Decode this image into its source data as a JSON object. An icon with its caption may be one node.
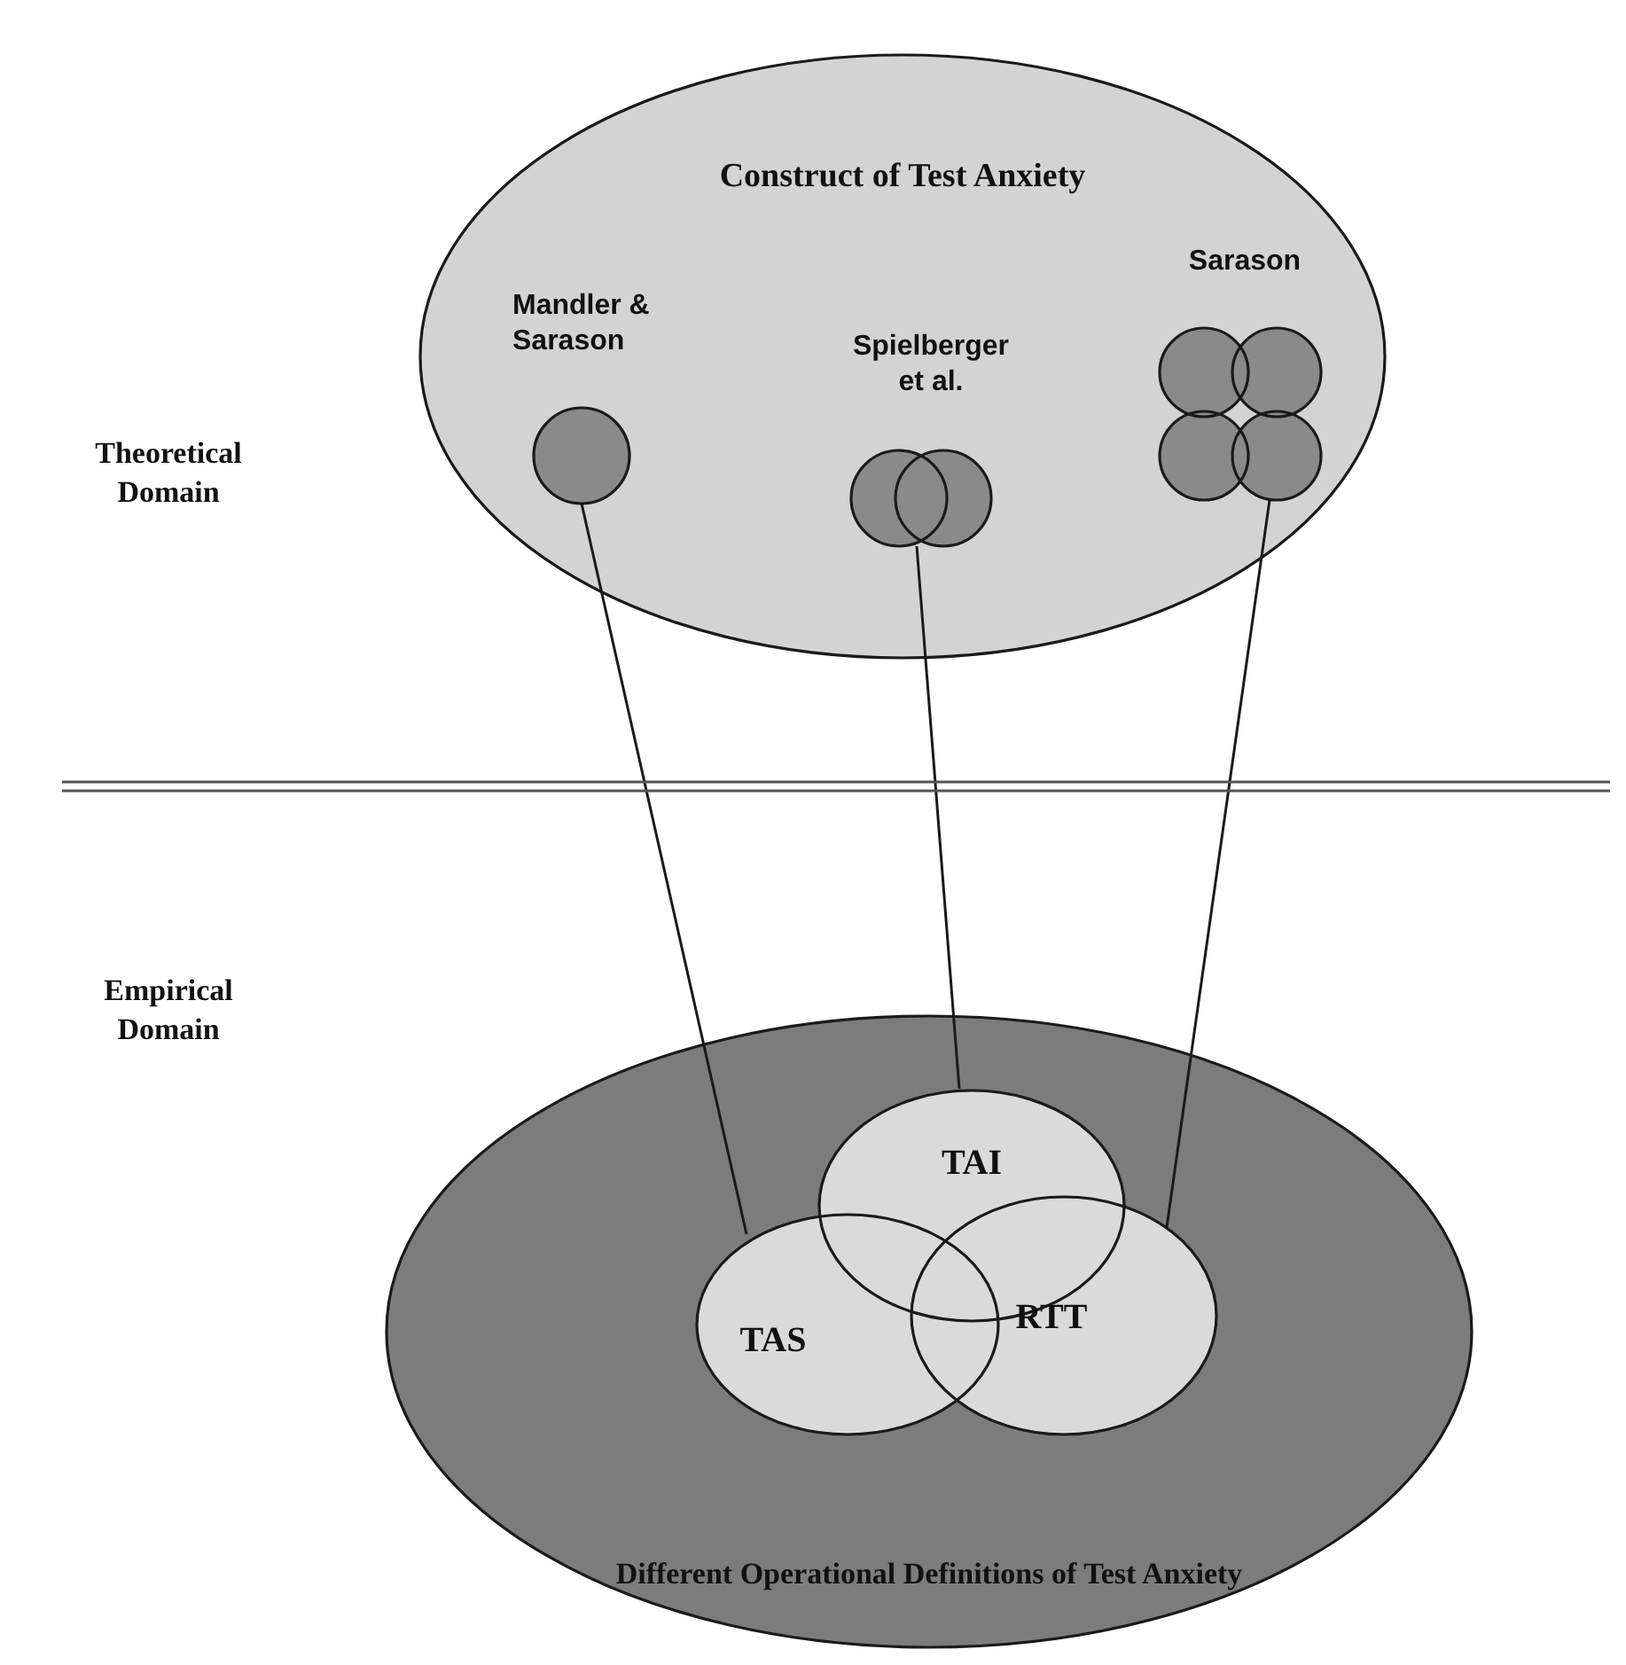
{
  "diagram": {
    "nodes": [
      {
        "text": [
          "Construct of Test Anxiety"
        ]
      },
      {
        "text": [
          "Mandler & Sarason"
        ],
        "in": 0
      },
      {
        "text": [
          "Spielberger et al."
        ],
        "in": 0
      },
      {
        "text": [
          "Sarason"
        ],
        "in": 0
      },
      {
        "text": [
          "Different Operational Definitions of Test Anxiety"
        ]
      },
      {
        "text": [
          "TAI"
        ],
        "in": 4
      },
      {
        "text": [
          "TAS"
        ],
        "in": 4
      },
      {
        "text": [
          "RTT"
        ],
        "in": 4
      }
    ],
    "edges": [
      {
        "from": 1,
        "to": 6,
        "arrow": "none"
      },
      {
        "from": 2,
        "to": 5,
        "arrow": "none"
      },
      {
        "from": 3,
        "to": 7,
        "arrow": "none"
      }
    ],
    "labels": [
      "Theoretical Domain",
      "Empirical Domain"
    ]
  }
}
